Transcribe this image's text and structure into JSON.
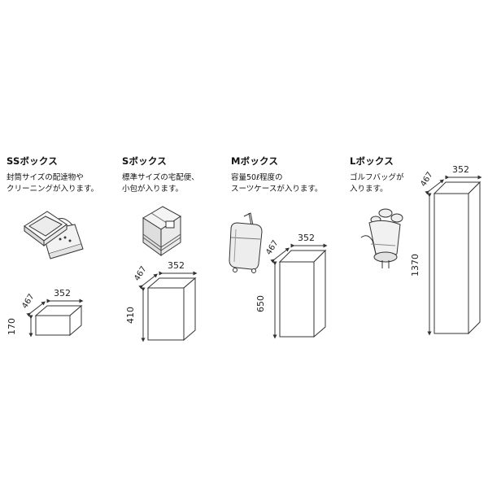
{
  "boxes": [
    {
      "id": "ss",
      "title": "SSボックス",
      "description": [
        "封筒サイズの配達物や",
        "クリーニングが入ります。"
      ],
      "width": "352",
      "depth": "467",
      "height": "170",
      "item_icon": "envelope-bag-icon"
    },
    {
      "id": "s",
      "title": "Sボックス",
      "description": [
        "標準サイズの宅配便、",
        "小包が入ります。"
      ],
      "width": "352",
      "depth": "467",
      "height": "410",
      "item_icon": "parcel-box-icon"
    },
    {
      "id": "m",
      "title": "Mボックス",
      "description": [
        "容量50ℓ程度の",
        "スーツケースが入ります。"
      ],
      "width": "352",
      "depth": "467",
      "height": "650",
      "item_icon": "suitcase-icon"
    },
    {
      "id": "l",
      "title": "Lボックス",
      "description": [
        "ゴルフバッグが",
        "入ります。"
      ],
      "width": "352",
      "depth": "467",
      "height": "1370",
      "item_icon": "golf-bag-icon"
    }
  ]
}
